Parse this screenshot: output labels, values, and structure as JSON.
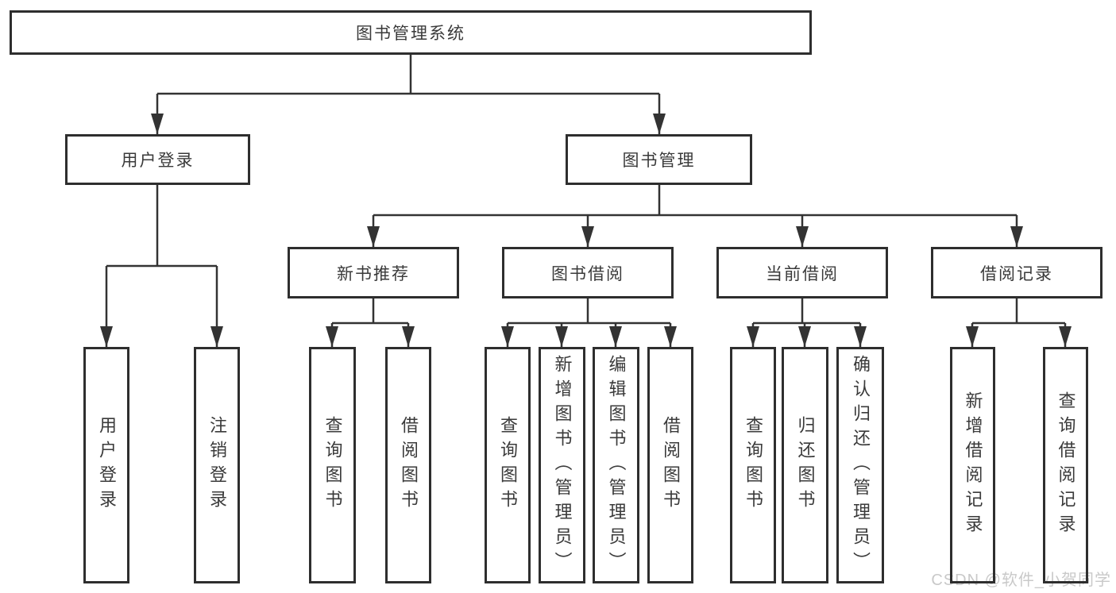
{
  "diagram": {
    "root": "图书管理系统",
    "level2": {
      "user_login": "用户登录",
      "book_management": "图书管理"
    },
    "level3": {
      "new_book_recommend": "新书推荐",
      "book_borrow": "图书借阅",
      "current_borrow": "当前借阅",
      "borrow_records": "借阅记录"
    },
    "leaves": {
      "user_login_children": {
        "login": "用户登录",
        "logout": "注销登录"
      },
      "new_book_recommend_children": {
        "query_books": "查询图书",
        "borrow_books": "借阅图书"
      },
      "book_borrow_children": {
        "query_books": "查询图书",
        "add_books_admin": "新增图书（管理员）",
        "edit_books_admin": "编辑图书（管理员）",
        "borrow_books": "借阅图书"
      },
      "current_borrow_children": {
        "query_books": "查询图书",
        "return_books": "归还图书",
        "confirm_return_admin": "确认归还（管理员）"
      },
      "borrow_records_children": {
        "add_borrow_record": "新增借阅记录",
        "query_borrow_record": "查询借阅记录"
      }
    }
  },
  "watermark": "CSDN @软件_小贺同学",
  "colors": {
    "line": "#333333",
    "box_border": "#2e2e2e",
    "text": "#3a3a3a",
    "watermark": "#c9c9c9",
    "background": "#ffffff"
  }
}
